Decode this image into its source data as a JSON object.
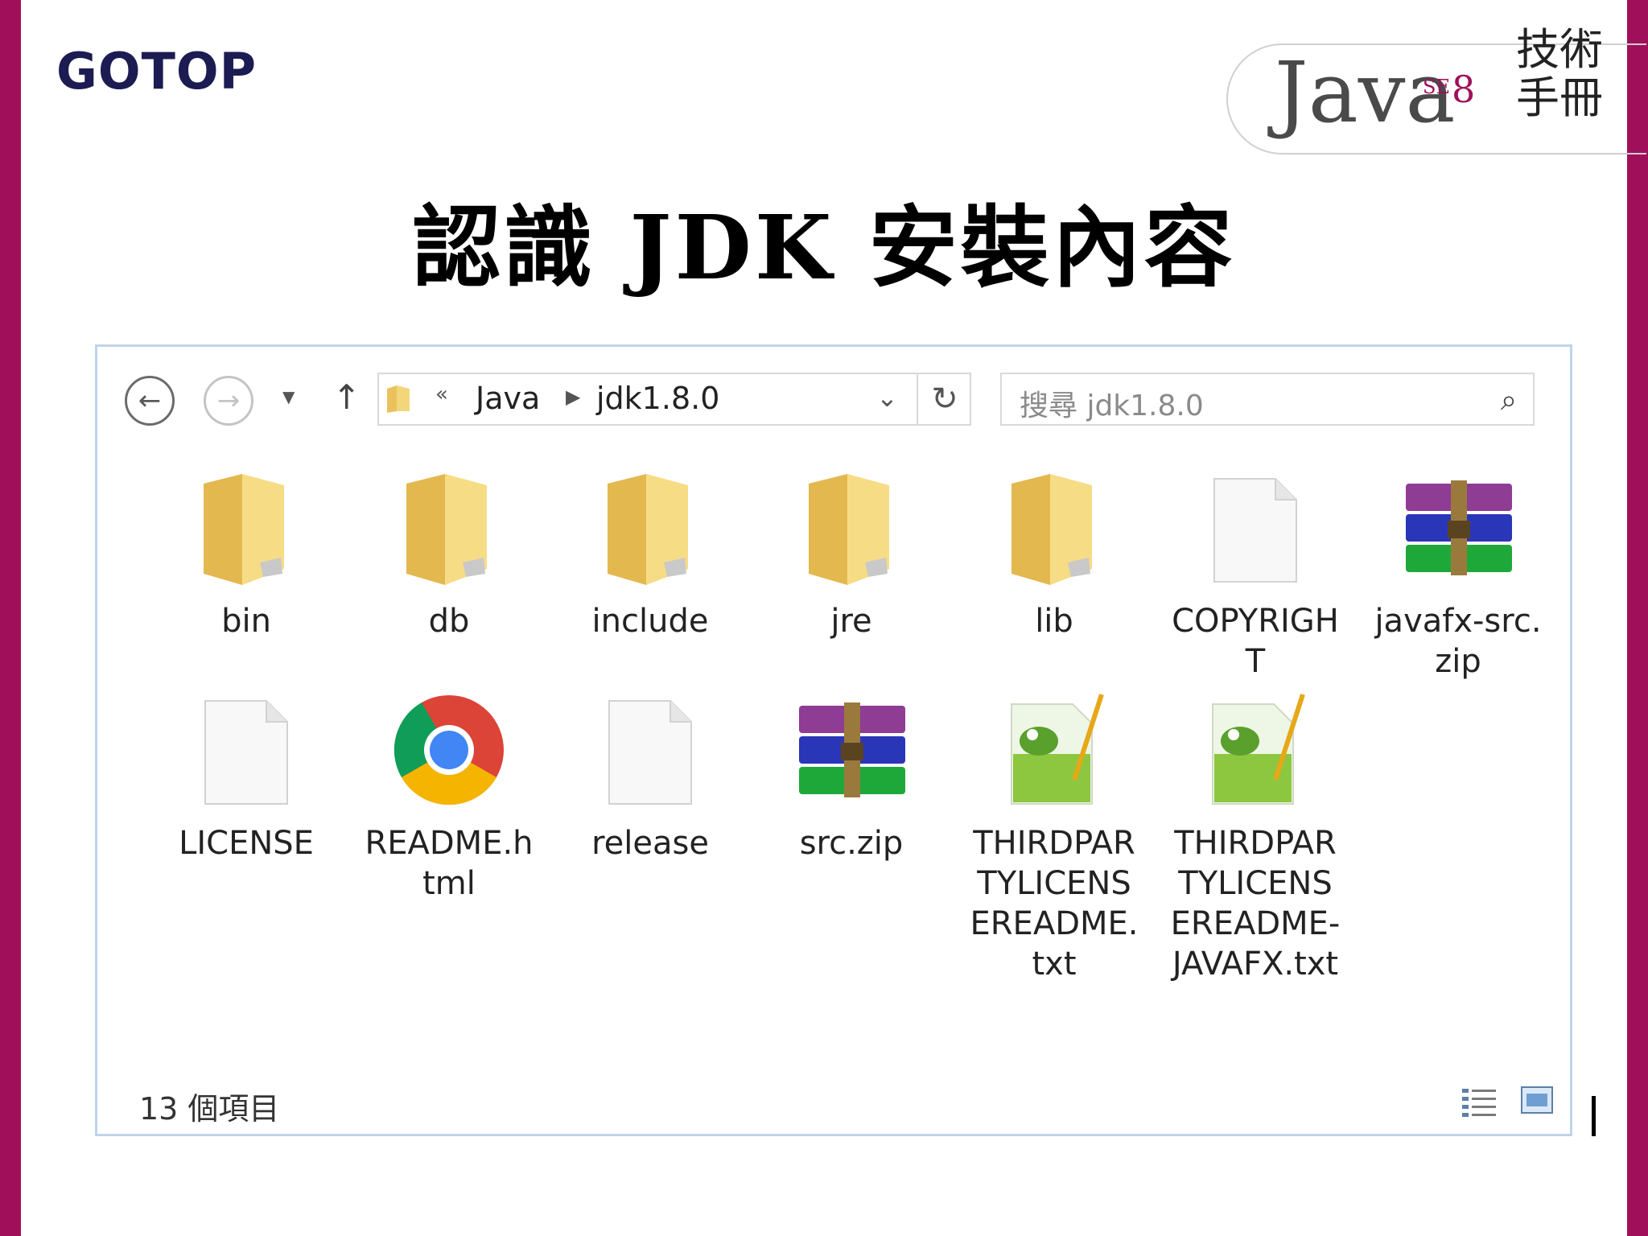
{
  "slide": {
    "logo": "GOTOP",
    "brand_java": "Java",
    "brand_se": "SE",
    "brand_version": "8",
    "brand_calligraphy": "技術手冊",
    "title": "認識 JDK 安裝內容"
  },
  "explorer": {
    "address": {
      "prefix": "«",
      "crumb_1": "Java",
      "crumb_2": "jdk1.8.0"
    },
    "search_placeholder": "搜尋 jdk1.8.0",
    "items": [
      {
        "label": "bin",
        "icon": "folder-icon"
      },
      {
        "label": "db",
        "icon": "folder-icon"
      },
      {
        "label": "include",
        "icon": "folder-icon"
      },
      {
        "label": "jre",
        "icon": "folder-icon"
      },
      {
        "label": "lib",
        "icon": "folder-icon"
      },
      {
        "label": "COPYRIGHT",
        "icon": "blank-file-icon"
      },
      {
        "label": "javafx-src.zip",
        "icon": "winrar-archive-icon"
      },
      {
        "label": "LICENSE",
        "icon": "blank-file-icon"
      },
      {
        "label": "README.html",
        "icon": "chrome-icon"
      },
      {
        "label": "release",
        "icon": "blank-file-icon"
      },
      {
        "label": "src.zip",
        "icon": "winrar-archive-icon"
      },
      {
        "label": "THIRDPARTYLICENSEREADME.txt",
        "icon": "notepad-plus-plus-file-icon"
      },
      {
        "label": "THIRDPARTYLICENSEREADME-JAVAFX.txt",
        "icon": "notepad-plus-plus-file-icon"
      }
    ],
    "status": "13 個項目"
  },
  "colors": {
    "accent": "#a0105a",
    "logo": "#1c1c52",
    "window_border": "#bfd4ea",
    "folder": "#f4d67a"
  }
}
